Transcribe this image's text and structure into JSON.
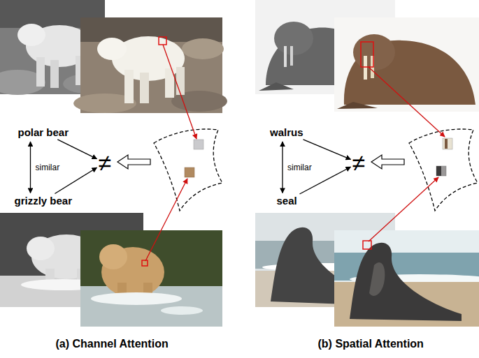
{
  "diagram": {
    "nodes": [
      {
        "text": [
          "polar bear"
        ]
      },
      {
        "text": [
          "grizzly bear"
        ]
      },
      {
        "text": [
          "≠"
        ]
      },
      {
        "text": [
          "walrus"
        ]
      },
      {
        "text": [
          "seal"
        ]
      },
      {
        "text": [
          "≠"
        ]
      }
    ],
    "edges": [
      {
        "from": 0,
        "to": 1,
        "arrow": "both",
        "label": "similar"
      },
      {
        "from": 0,
        "to": 2,
        "arrow": "to"
      },
      {
        "from": 1,
        "to": 2,
        "arrow": "to"
      },
      {
        "from": 3,
        "to": 4,
        "arrow": "both",
        "label": "similar"
      },
      {
        "from": 3,
        "to": 5,
        "arrow": "to"
      },
      {
        "from": 4,
        "to": 5,
        "arrow": "to"
      }
    ],
    "labels": [
      "(a) Channel Attention",
      "(b) Spatial Attention"
    ]
  }
}
